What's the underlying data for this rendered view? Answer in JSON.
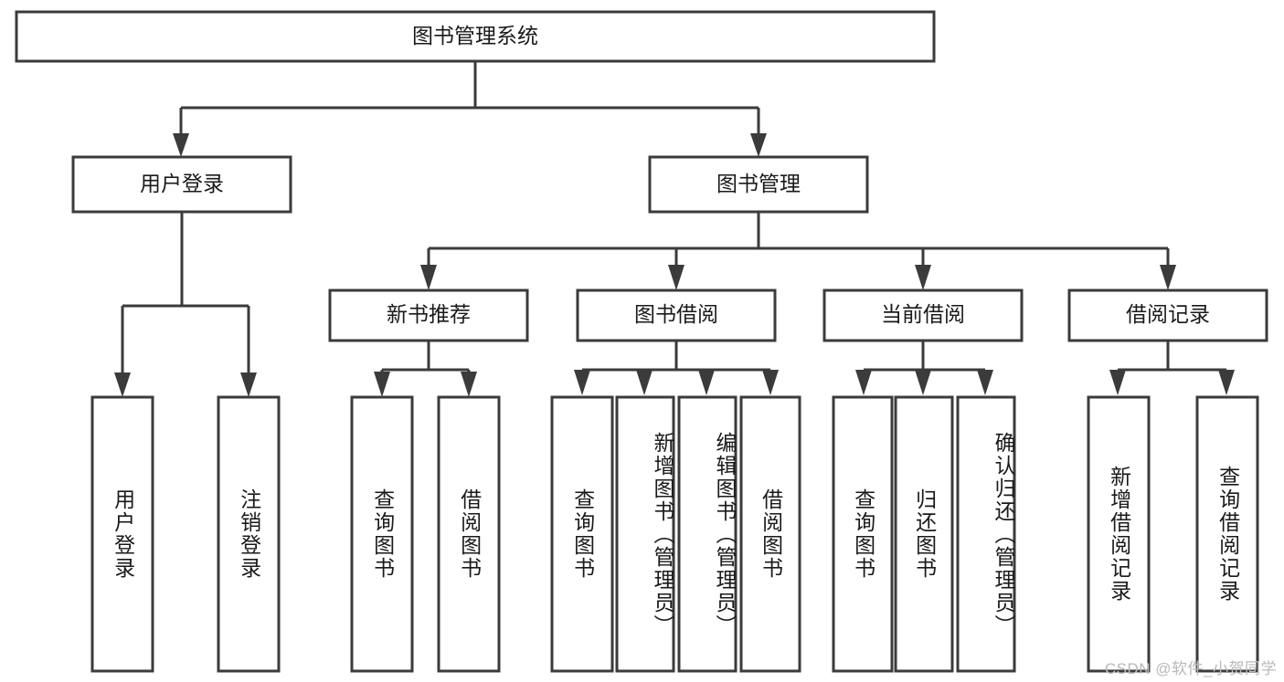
{
  "diagram": {
    "type": "tree-hierarchy",
    "title": "图书管理系统",
    "orientation": "top-down",
    "root": {
      "id": "root",
      "label": "图书管理系统",
      "text_direction": "horizontal"
    },
    "level1": [
      {
        "id": "user-login",
        "label": "用户登录",
        "text_direction": "horizontal"
      },
      {
        "id": "book-manage",
        "label": "图书管理",
        "text_direction": "horizontal"
      }
    ],
    "level2": [
      {
        "id": "new-book-rec",
        "label": "新书推荐",
        "parent": "book-manage",
        "text_direction": "horizontal"
      },
      {
        "id": "book-borrow",
        "label": "图书借阅",
        "parent": "book-manage",
        "text_direction": "horizontal"
      },
      {
        "id": "current-borrow",
        "label": "当前借阅",
        "parent": "book-manage",
        "text_direction": "horizontal"
      },
      {
        "id": "borrow-record",
        "label": "借阅记录",
        "parent": "book-manage",
        "text_direction": "horizontal"
      }
    ],
    "leaves": [
      {
        "id": "leaf-user-login",
        "label": "用户登录",
        "parent": "user-login",
        "text_direction": "vertical"
      },
      {
        "id": "leaf-logout-login",
        "label": "注销登录",
        "parent": "user-login",
        "text_direction": "vertical"
      },
      {
        "id": "leaf-query-book-rec",
        "label": "查询图书",
        "parent": "new-book-rec",
        "text_direction": "vertical"
      },
      {
        "id": "leaf-borrow-book-rec",
        "label": "借阅图书",
        "parent": "new-book-rec",
        "text_direction": "vertical"
      },
      {
        "id": "leaf-query-book-borrow",
        "label": "查询图书",
        "parent": "book-borrow",
        "text_direction": "vertical"
      },
      {
        "id": "leaf-add-book-admin",
        "label": "新增图书（管理员）",
        "parent": "book-borrow",
        "text_direction": "vertical"
      },
      {
        "id": "leaf-edit-book-admin",
        "label": "编辑图书（管理员）",
        "parent": "book-borrow",
        "text_direction": "vertical"
      },
      {
        "id": "leaf-borrow-book",
        "label": "借阅图书",
        "parent": "book-borrow",
        "text_direction": "vertical"
      },
      {
        "id": "leaf-query-book-current",
        "label": "查询图书",
        "parent": "current-borrow",
        "text_direction": "vertical"
      },
      {
        "id": "leaf-return-book",
        "label": "归还图书",
        "parent": "current-borrow",
        "text_direction": "vertical"
      },
      {
        "id": "leaf-confirm-return-admin",
        "label": "确认归还（管理员）",
        "parent": "current-borrow",
        "text_direction": "vertical"
      },
      {
        "id": "leaf-add-borrow-record",
        "label": "新增借阅记录",
        "parent": "borrow-record",
        "text_direction": "vertical"
      },
      {
        "id": "leaf-query-borrow-record",
        "label": "查询借阅记录",
        "parent": "borrow-record",
        "text_direction": "vertical"
      }
    ]
  },
  "watermark": {
    "text": "CSDN @软件_小贺同学"
  },
  "colors": {
    "stroke": "#3b3b3b",
    "box_fill": "#ffffff",
    "text": "#1a1a1a",
    "background": "#ffffff",
    "watermark": "#b9b9b9"
  }
}
